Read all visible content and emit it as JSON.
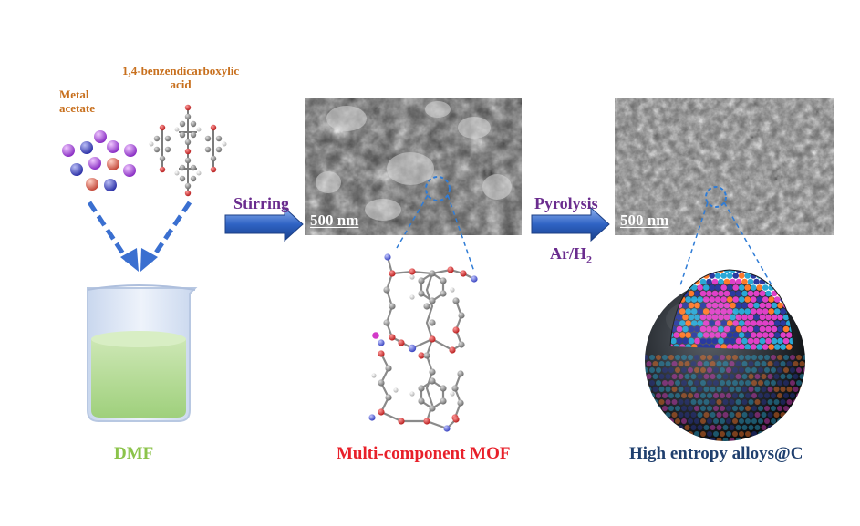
{
  "labels": {
    "metal_acetate": "Metal acetate",
    "bdc_line1": "1,4-benzendicarboxylic",
    "bdc_line2": "acid",
    "stirring": "Stirring",
    "pyrolysis": "Pyrolysis",
    "atmosphere_prefix": "Ar/H",
    "atmosphere_sub": "2",
    "scale_bar_1": "500 nm",
    "scale_bar_2": "500 nm",
    "dmf": "DMF",
    "mof": "Multi-component MOF",
    "hea": "High entropy alloys@C"
  },
  "colors": {
    "orange_label": "#c8701e",
    "purple_label": "#6a2c8e",
    "dmf_green": "#8bc34a",
    "mof_red": "#e8202a",
    "hea_blue": "#1f3f6e",
    "arrow_blue": "#2f63c4",
    "metal_purple": "#9b4fd6",
    "metal_blue": "#4a4fc9",
    "metal_coral": "#e26a5a",
    "atom_gray": "#8a8a8a",
    "atom_red": "#d23a3a",
    "atom_white": "#eeeeee",
    "atom_blue": "#5a6ad8",
    "alloy_magenta": "#e040c8",
    "alloy_cyan": "#2aa8d6",
    "alloy_orange": "#ff7a2a",
    "alloy_navy": "#2a3aa0"
  }
}
